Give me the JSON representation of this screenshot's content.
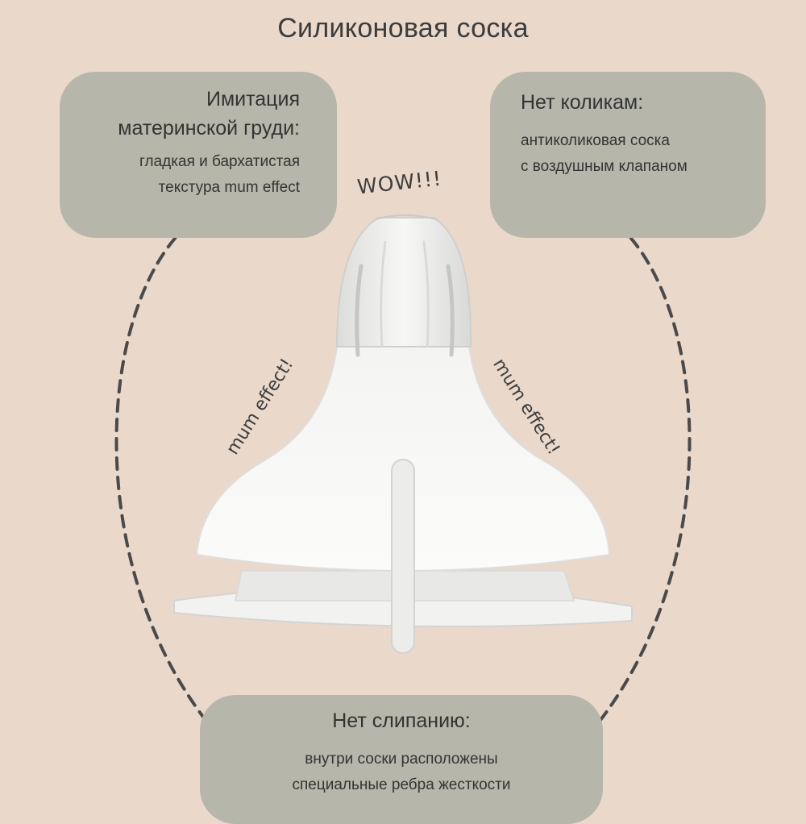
{
  "title": "Силиконовая соска",
  "left_card": {
    "heading_line1": "Имитация",
    "heading_line2": "материнской груди:",
    "text_line1": "гладкая и бархатистая",
    "text_line2": "текстура mum effect"
  },
  "right_card": {
    "heading": "Нет коликам:",
    "text_line1": "антиколиковая соска",
    "text_line2": "с воздушным клапаном"
  },
  "bottom_card": {
    "heading": "Нет слипанию:",
    "text_line1": "внутри соски расположены",
    "text_line2": "специальные ребра жесткости"
  },
  "annotations": {
    "wow": "WOW!!!",
    "mum_left": "mum effect!",
    "mum_right": "mum effect!"
  },
  "colors": {
    "background": "#ead8cb",
    "card": "#b6b7aa",
    "dash": "#4a4a4a"
  }
}
